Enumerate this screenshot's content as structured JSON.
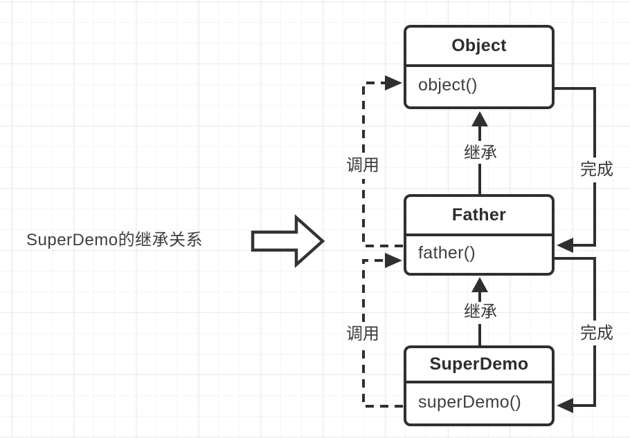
{
  "title": {
    "text": "SuperDemo的继承关系"
  },
  "big_arrow": {
    "direction": "right"
  },
  "classes": [
    {
      "name": "Object",
      "method": "object()"
    },
    {
      "name": "Father",
      "method": "father()"
    },
    {
      "name": "SuperDemo",
      "method": "superDemo()"
    }
  ],
  "connector_labels": {
    "call_upper": "调用",
    "call_lower": "调用",
    "inherit_upper": "继承",
    "inherit_lower": "继承",
    "complete_upper": "完成",
    "complete_lower": "完成"
  },
  "colors": {
    "stroke": "#2f2f2f",
    "box_fill": "#ffffff",
    "text": "#3e3e3e",
    "grid_minor": "#f4f4f4",
    "grid_major": "#e9e9e9",
    "background": "#ffffff"
  }
}
